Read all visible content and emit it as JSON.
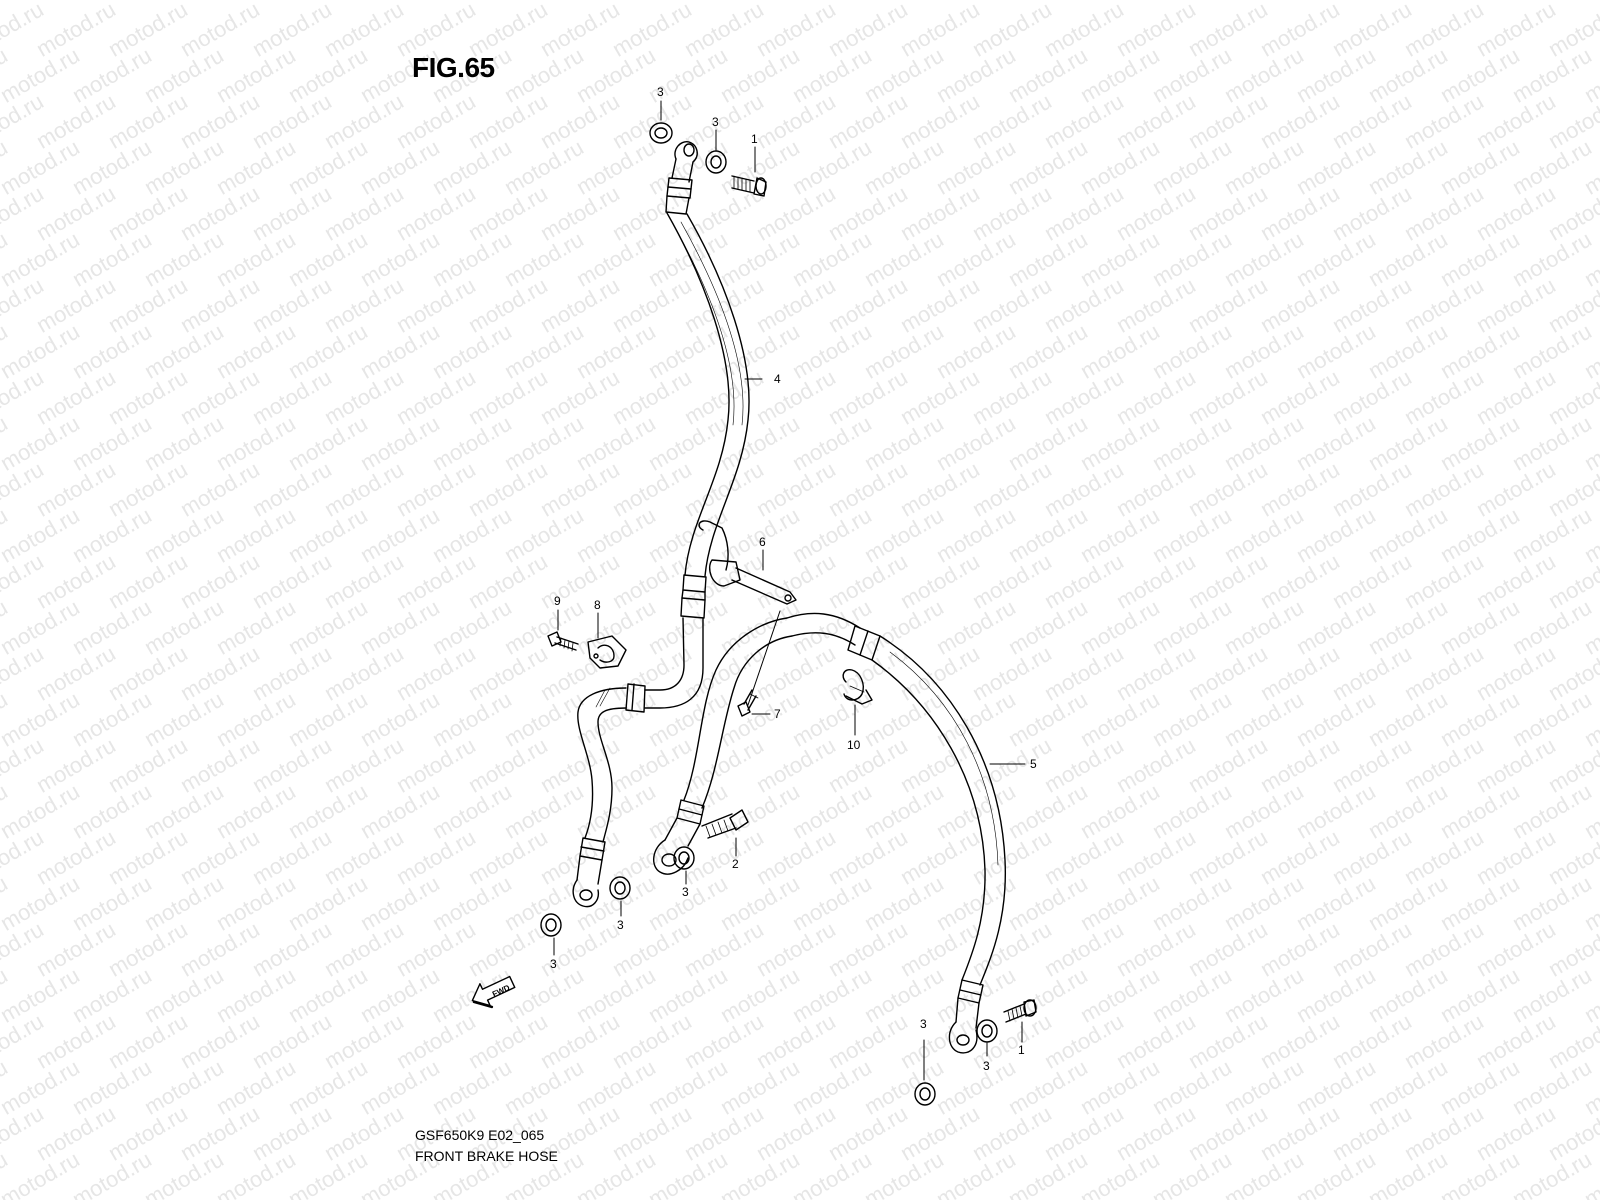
{
  "figure": {
    "title": "FIG.65",
    "model_code": "GSF650K9 E02_065",
    "name": "FRONT BRAKE HOSE"
  },
  "watermark_text": "motod.ru",
  "callouts": [
    {
      "id": "c3a",
      "label": "3"
    },
    {
      "id": "c3b",
      "label": "3"
    },
    {
      "id": "c1a",
      "label": "1"
    },
    {
      "id": "c4",
      "label": "4"
    },
    {
      "id": "c6",
      "label": "6"
    },
    {
      "id": "c9",
      "label": "9"
    },
    {
      "id": "c8",
      "label": "8"
    },
    {
      "id": "c7",
      "label": "7"
    },
    {
      "id": "c10",
      "label": "10"
    },
    {
      "id": "c5",
      "label": "5"
    },
    {
      "id": "c2",
      "label": "2"
    },
    {
      "id": "c3c",
      "label": "3"
    },
    {
      "id": "c3d",
      "label": "3"
    },
    {
      "id": "c3e",
      "label": "3"
    },
    {
      "id": "c3f",
      "label": "3"
    },
    {
      "id": "c3g",
      "label": "3"
    },
    {
      "id": "c1b",
      "label": "1"
    }
  ],
  "fwd_label": "FWD",
  "colors": {
    "line": "#000000",
    "watermark": "#e6e6e6"
  }
}
